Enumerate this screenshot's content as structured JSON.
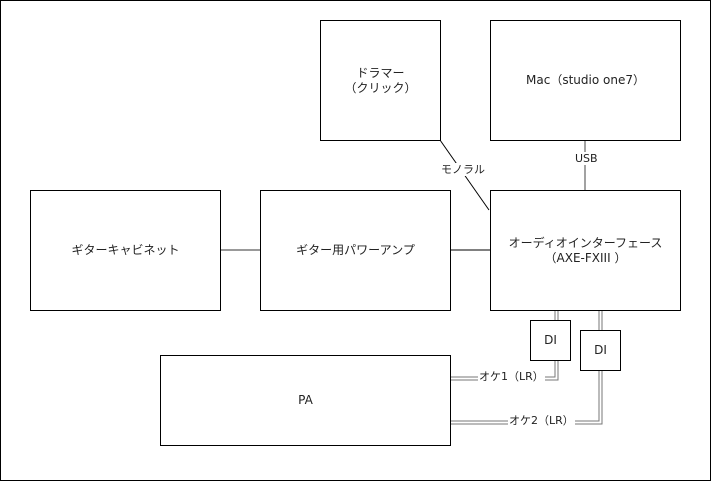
{
  "diagram": {
    "nodes": {
      "drummer": {
        "line1": "ドラマー",
        "line2": "（クリック）"
      },
      "mac": {
        "line1": "Mac（studio one7）"
      },
      "cabinet": {
        "line1": "ギターキャビネット"
      },
      "power_amp": {
        "line1": "ギター用パワーアンプ"
      },
      "interface": {
        "line1": "オーディオインターフェース",
        "line2": "（AXE-FXIII ）"
      },
      "di1": {
        "line1": "DI"
      },
      "di2": {
        "line1": "DI"
      },
      "pa": {
        "line1": "PA"
      }
    },
    "edges": {
      "drummer_interface": "モノラル",
      "mac_interface": "USB",
      "oke1": "オケ1（LR）",
      "oke2": "オケ2（LR）"
    },
    "colors": {
      "stroke": "#000000",
      "double_line": "#777777"
    }
  }
}
